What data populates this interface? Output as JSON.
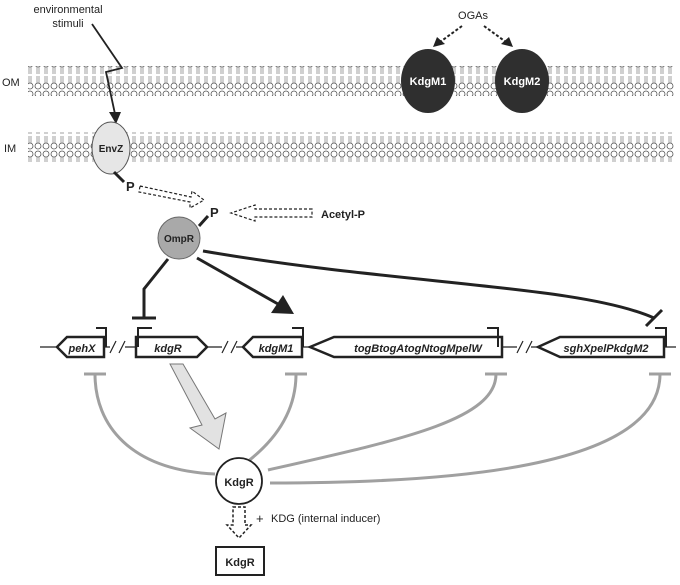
{
  "stimulus": {
    "line1": "environmental",
    "line2": "stimuli"
  },
  "membranes": {
    "outer": "OM",
    "inner": "IM"
  },
  "ogas": "OGAs",
  "porins": [
    "KdgM1",
    "KdgM2"
  ],
  "proteins": {
    "sensor": "EnvZ",
    "regulator": "OmpR",
    "phosphate": "P",
    "acetyl_p": "Acetyl-P"
  },
  "genes": [
    "pehX",
    "kdgR",
    "kdgM1",
    "togBtogAtogNtogMpelW",
    "sghXpelPkdgM2"
  ],
  "kdgr": {
    "label": "KdgR",
    "plus": "+",
    "inducer": "KDG (internal inducer)",
    "bound_label": "KdgR"
  },
  "colors": {
    "porin": "#2f2f2f",
    "envz": "#e6e6e6",
    "ompr": "#a9a9a9",
    "repression": "#a0a0a0",
    "arrow_fill": "#e2e2e2"
  }
}
